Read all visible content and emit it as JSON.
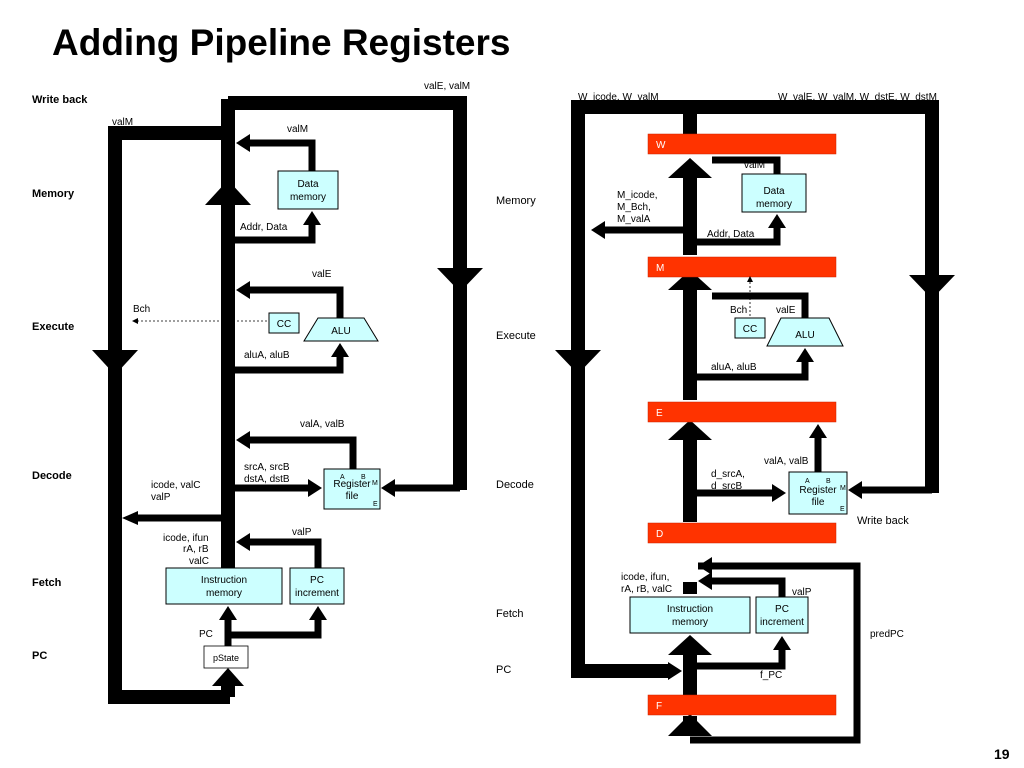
{
  "title": "Adding Pipeline Registers",
  "page_number": "19",
  "colors": {
    "box_fill": "#ccffff",
    "register_fill": "#ff3300",
    "wire": "#000000"
  },
  "left": {
    "stages": [
      "Write back",
      "Memory",
      "Execute",
      "Decode",
      "Fetch",
      "PC"
    ],
    "blocks": {
      "data_memory": [
        "Data",
        "memory"
      ],
      "alu": "ALU",
      "cc": "CC",
      "register_file": [
        "Register",
        "file"
      ],
      "register_file_ports": [
        "A",
        "B",
        "M",
        "E"
      ],
      "instruction_memory": [
        "Instruction",
        "memory"
      ],
      "pc_increment": [
        "PC",
        "increment"
      ],
      "pstate": "pState"
    },
    "signals": {
      "valE_valM": "valE, valM",
      "valM_outer": "valM",
      "valM": "valM",
      "addr_data": "Addr, Data",
      "valE": "valE",
      "bch": "Bch",
      "aluA_aluB": "aluA, aluB",
      "valA_valB": "valA, valB",
      "srcA_srcB": "srcA, srcB",
      "dstA_dstB": "dstA, dstB",
      "icode_valC": "icode, valC",
      "valP_out": "valP",
      "icode_ifun": "icode, ifun",
      "rA_rB": "rA, rB",
      "valC": "valC",
      "valP": "valP",
      "pc": "PC"
    }
  },
  "right": {
    "stages": [
      "Memory",
      "Execute",
      "Decode",
      "Fetch",
      "PC",
      "Write back"
    ],
    "registers": [
      "W",
      "M",
      "E",
      "D",
      "F"
    ],
    "blocks": {
      "data_memory": [
        "Data",
        "memory"
      ],
      "alu": "ALU",
      "cc": "CC",
      "register_file": [
        "Register",
        "file"
      ],
      "register_file_ports": [
        "A",
        "B",
        "M",
        "E"
      ],
      "instruction_memory": [
        "Instruction",
        "memory"
      ],
      "pc_increment": [
        "PC",
        "increment"
      ]
    },
    "signals": {
      "w_icode_valM": "W_icode, W_valM",
      "w_all": "W_valE, W_valM, W_dstE, W_dstM",
      "valM": "valM",
      "m_icode": "M_icode,",
      "m_bch": "M_Bch,",
      "m_valA": "M_valA",
      "addr_data": "Addr, Data",
      "bch": "Bch",
      "valE": "valE",
      "aluA_aluB": "aluA, aluB",
      "valA_valB": "valA, valB",
      "d_srcA": "d_srcA,",
      "d_srcB": "d_srcB",
      "icode_ifun": "icode, ifun,",
      "ra_rb_valc": "rA, rB, valC",
      "valP": "valP",
      "predPC": "predPC",
      "f_pc": "f_PC"
    }
  }
}
